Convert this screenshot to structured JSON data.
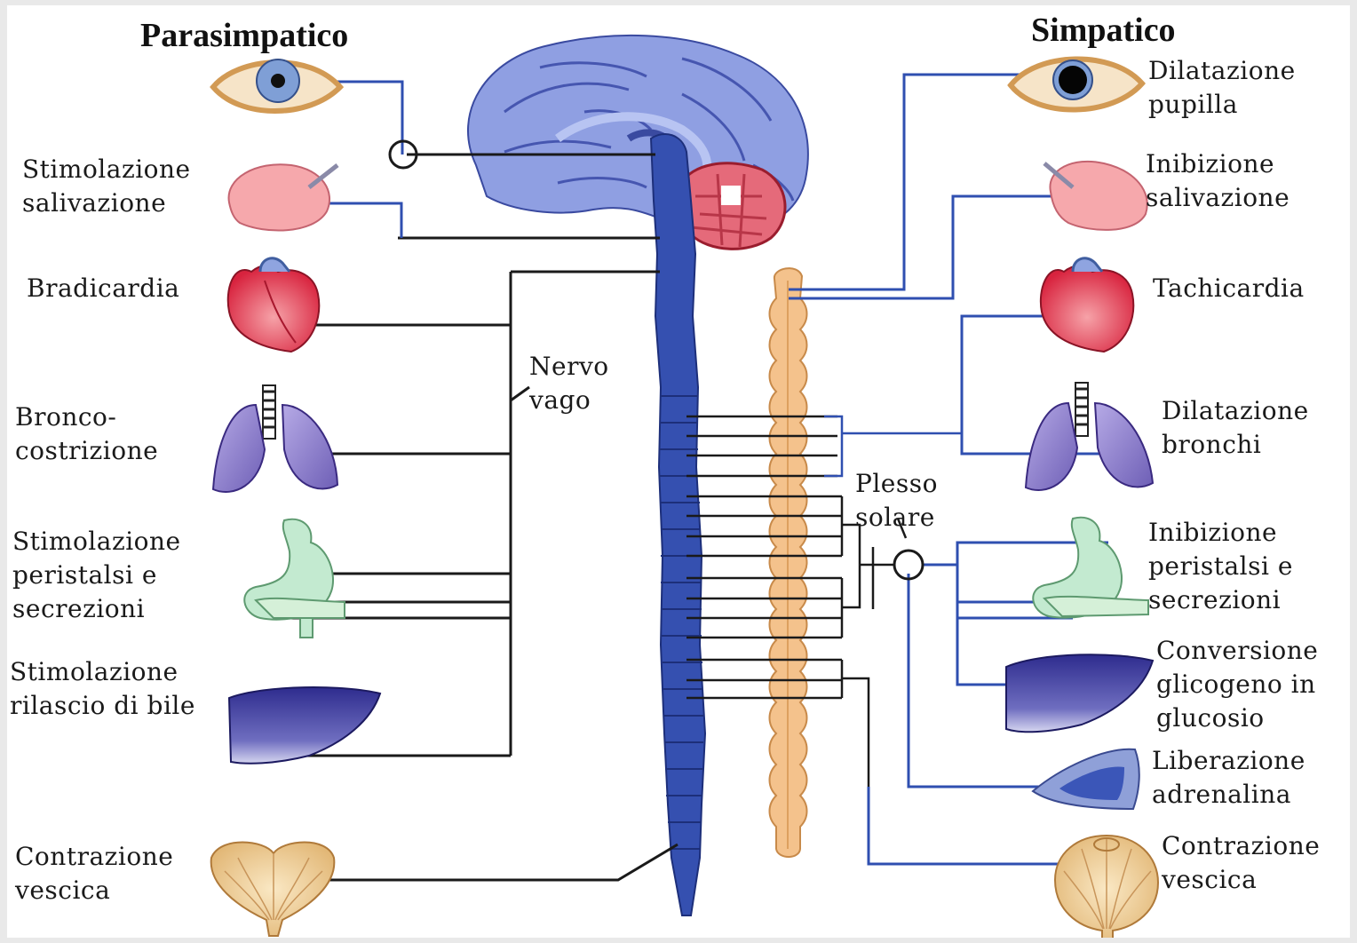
{
  "titles": {
    "left": "Parasimpatico",
    "right": "Simpatico"
  },
  "parasympathetic": {
    "salivation": [
      "Stimolazione",
      "salivazione"
    ],
    "heart": [
      "Bradicardia"
    ],
    "lungs": [
      "Bronco-",
      "costrizione"
    ],
    "stomach": [
      "Stimolazione",
      "peristalsi e",
      "secrezioni"
    ],
    "liver": [
      "Stimolazione",
      "rilascio di bile"
    ],
    "bladder": [
      "Contrazione",
      "vescica"
    ]
  },
  "center": {
    "vagus": [
      "Nervo",
      "vago"
    ],
    "plexus": [
      "Plesso",
      "solare"
    ]
  },
  "sympathetic": {
    "pupil": [
      "Dilatazione",
      "pupilla"
    ],
    "salivation": [
      "Inibizione",
      "salivazione"
    ],
    "heart": [
      "Tachicardia"
    ],
    "bronchi": [
      "Dilatazione",
      "bronchi"
    ],
    "stomach": [
      "Inibizione",
      "peristalsi e",
      "secrezioni"
    ],
    "liver": [
      "Conversione",
      "glicogeno in",
      "glucosio"
    ],
    "adrenal": [
      "Liberazione",
      "adrenalina"
    ],
    "bladder": [
      "Contrazione",
      "vescica"
    ]
  },
  "colors": {
    "parasympathetic_nerve": "#1a1a1a",
    "sympathetic_nerve": "#2f4fb0",
    "brain": "#8a9ce0",
    "spinal_cord": "#3550b0",
    "sympathetic_chain": "#f4c28c",
    "heart": "#e0324a",
    "lungs": "#8a79c8",
    "stomach": "#bfe8c2",
    "liver": "#3b3a98",
    "bladder": "#f2d29c"
  }
}
